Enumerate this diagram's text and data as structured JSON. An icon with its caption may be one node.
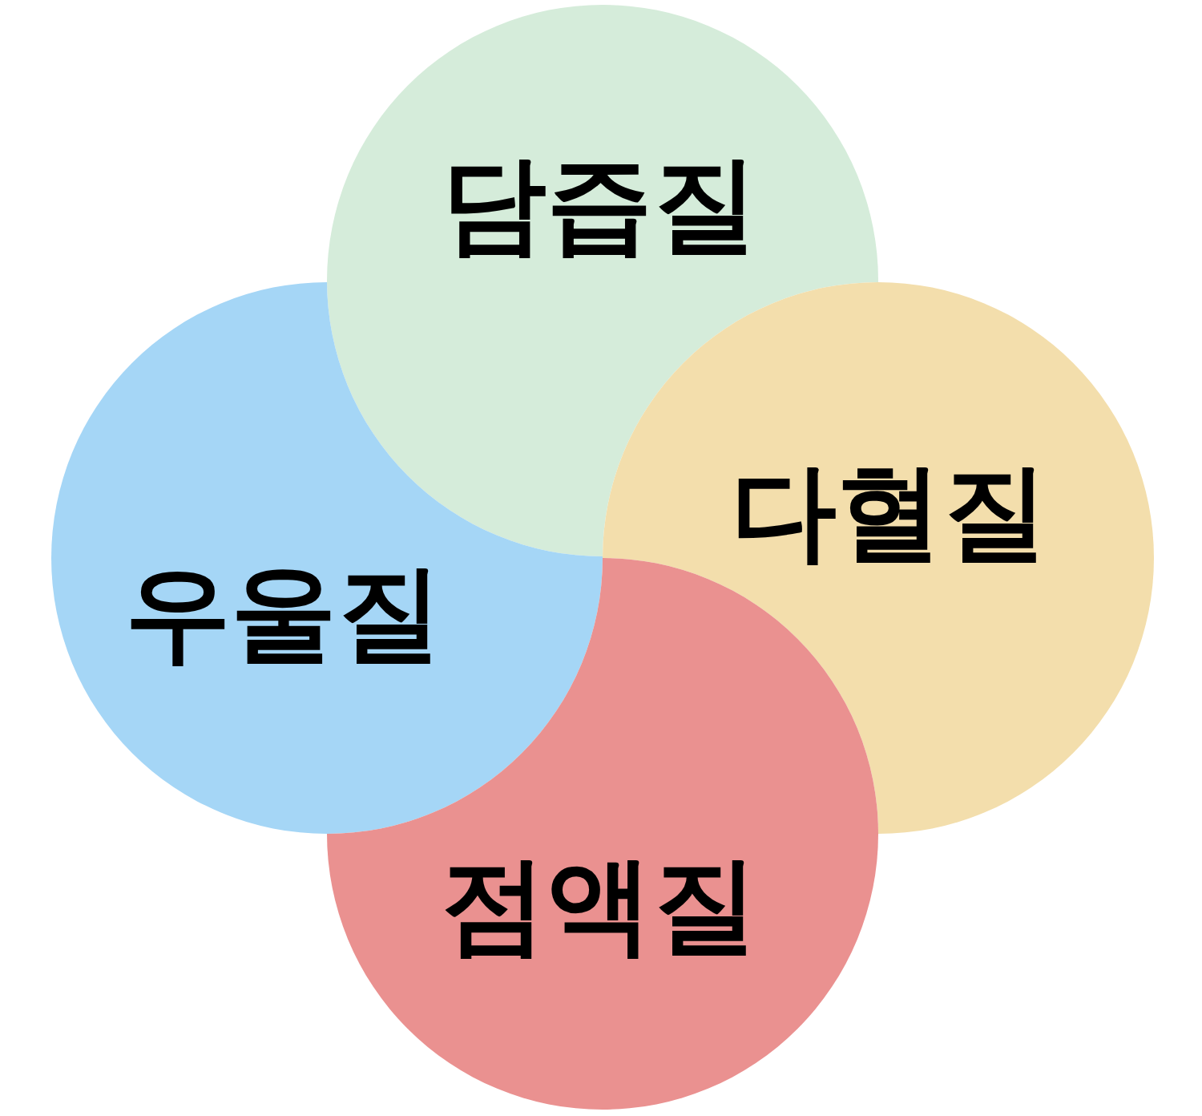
{
  "diagram": {
    "nodes": [
      {
        "text": [
          "담즙질"
        ]
      },
      {
        "text": [
          "다혈질"
        ]
      },
      {
        "text": [
          "우울질"
        ]
      },
      {
        "text": [
          "점액질"
        ]
      }
    ]
  }
}
